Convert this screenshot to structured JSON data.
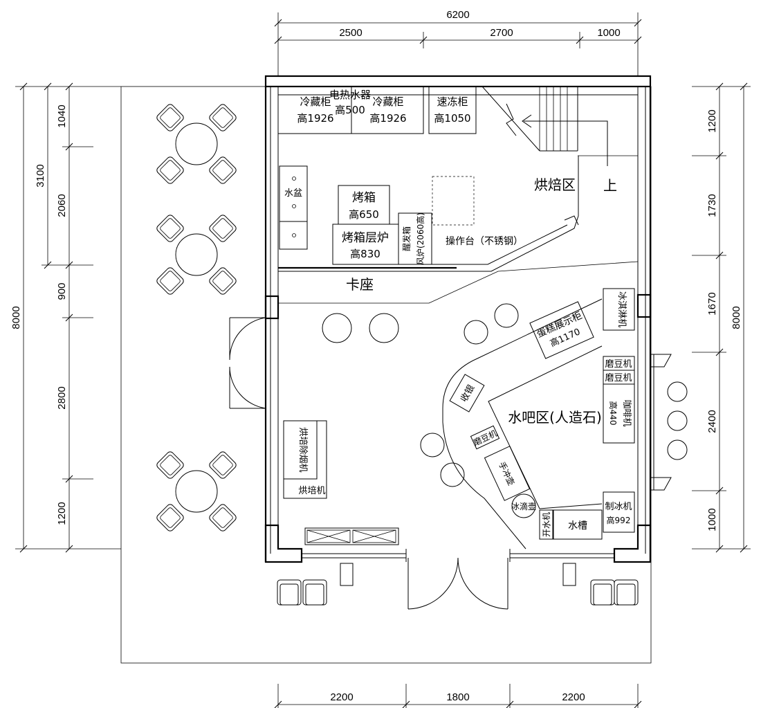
{
  "dimensions": {
    "top_total": "6200",
    "top_seg1": "2500",
    "top_seg2": "2700",
    "top_seg3": "1000",
    "bottom_seg1": "2200",
    "bottom_seg2": "1800",
    "bottom_seg3": "2200",
    "left_total": "8000",
    "left_a": "3100",
    "left_b1": "1040",
    "left_b2": "2060",
    "left_b3": "900",
    "left_b4": "2800",
    "left_b5": "1200",
    "right_total": "8000",
    "right_1": "1200",
    "right_2": "1730",
    "right_3": "1670",
    "right_4": "2400",
    "right_5": "1000"
  },
  "labels": {
    "fridge1_name": "冷藏柜",
    "fridge1_height": "高1926",
    "heater_name": "电热水器",
    "heater_height": "高500",
    "fridge2_name": "冷藏柜",
    "fridge2_height": "高1926",
    "freezer_name": "速冻柜",
    "freezer_height": "高1050",
    "sink": "水盆",
    "oven_name": "烤箱",
    "oven_height": "高650",
    "deck_oven_name": "烤箱层炉",
    "deck_oven_height": "高830",
    "proofer_1": "醒发箱",
    "proofer_2": "风炉(2060高)",
    "worktable": "操作台（不锈钢）",
    "bakery_zone": "烘焙区",
    "stair_up": "上",
    "booth": "卡座",
    "ice_cream": "冰淇淋机",
    "cake_display_name": "蛋糕展示柜",
    "cake_display_height": "高1170",
    "grinder1": "磨豆机",
    "grinder2": "磨豆机",
    "coffee_machine": "咖啡机",
    "coffee_height": "高440",
    "cashier": "收银",
    "bar_zone": "水吧区(人造石)",
    "grinder3": "磨豆机",
    "hand_brew": "手冲壶",
    "ice_drip": "冰滴壶",
    "boiler": "开水机",
    "bar_sink": "水槽",
    "ice_maker_name": "制冰机",
    "ice_maker_height": "高992",
    "smoke_extractor": "烘培除烟机",
    "roaster": "烘培机"
  }
}
